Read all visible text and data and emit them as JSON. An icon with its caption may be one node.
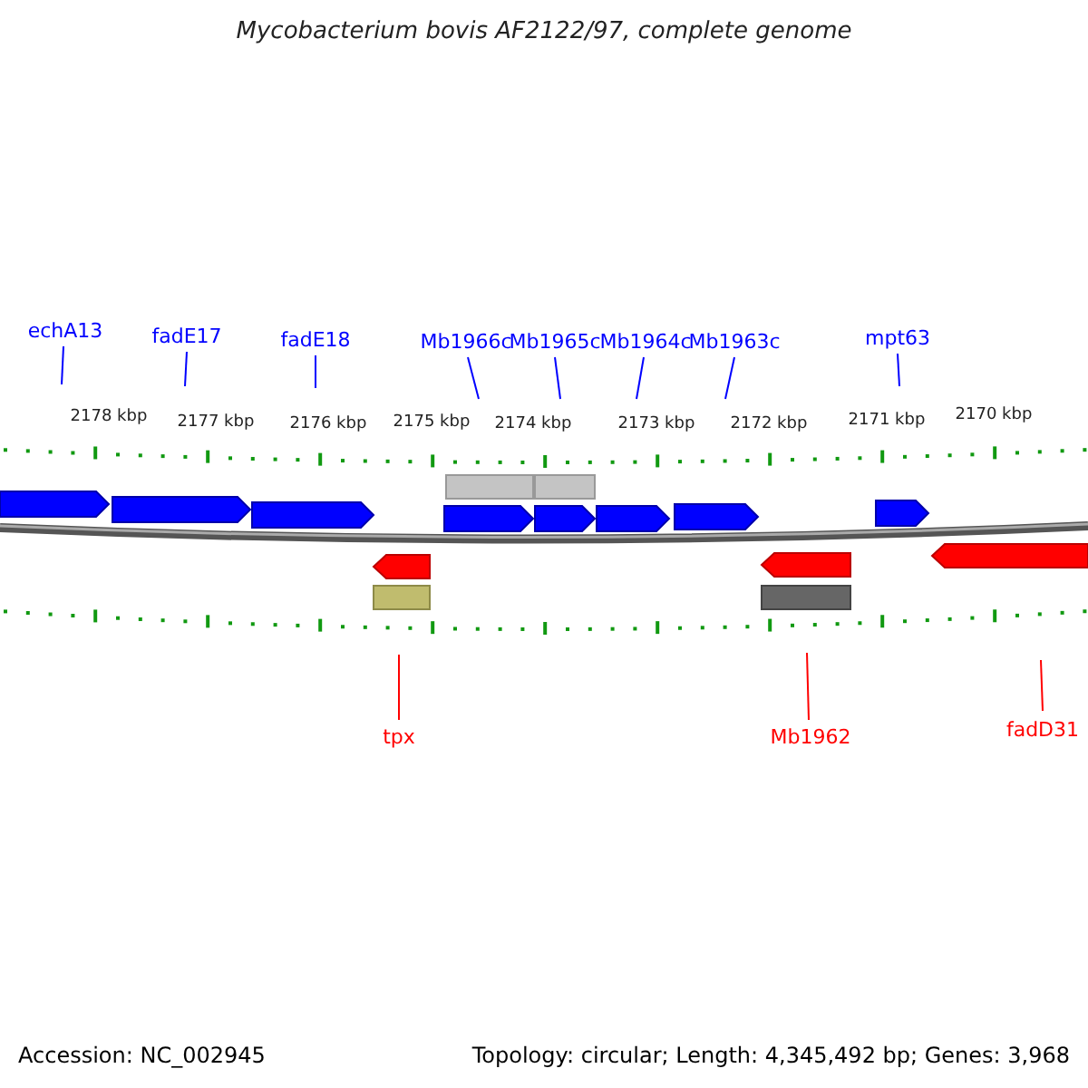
{
  "diagram": {
    "title": "Mycobacterium bovis AF2122/97, complete genome",
    "nodes": [
      {
        "text": [
          "echA13"
        ]
      },
      {
        "text": [
          "fadE17"
        ]
      },
      {
        "text": [
          "fadE18"
        ]
      },
      {
        "text": [
          "Mb1966c"
        ]
      },
      {
        "text": [
          "Mb1965c"
        ]
      },
      {
        "text": [
          "Mb1964c"
        ]
      },
      {
        "text": [
          "Mb1963c"
        ]
      },
      {
        "text": [
          "mpt63"
        ]
      },
      {
        "text": [
          "tpx"
        ]
      },
      {
        "text": [
          "Mb1962"
        ]
      },
      {
        "text": [
          "fadD31"
        ]
      }
    ],
    "edges": [
      {
        "from": 0,
        "to": null,
        "arrow": "none"
      },
      {
        "from": 1,
        "to": null,
        "arrow": "none"
      },
      {
        "from": 2,
        "to": null,
        "arrow": "none"
      },
      {
        "from": 3,
        "to": null,
        "arrow": "none"
      },
      {
        "from": 4,
        "to": null,
        "arrow": "none"
      },
      {
        "from": 5,
        "to": null,
        "arrow": "none"
      },
      {
        "from": 6,
        "to": null,
        "arrow": "none"
      },
      {
        "from": 7,
        "to": null,
        "arrow": "none"
      },
      {
        "from": 8,
        "to": null,
        "arrow": "none",
        "color": "#ff0000"
      },
      {
        "from": 9,
        "to": null,
        "arrow": "none",
        "color": "#ff0000"
      },
      {
        "from": 10,
        "to": null,
        "arrow": "none",
        "color": "#ff0000"
      }
    ],
    "labels": [
      "2178 kbp",
      "2177 kbp",
      "2176 kbp",
      "2175 kbp",
      "2174 kbp",
      "2173 kbp",
      "2172 kbp",
      "2171 kbp",
      "2170 kbp",
      "Accession: NC_002945",
      "Topology: circular; Length: 4,345,492 bp; Genes: 3,968"
    ]
  }
}
